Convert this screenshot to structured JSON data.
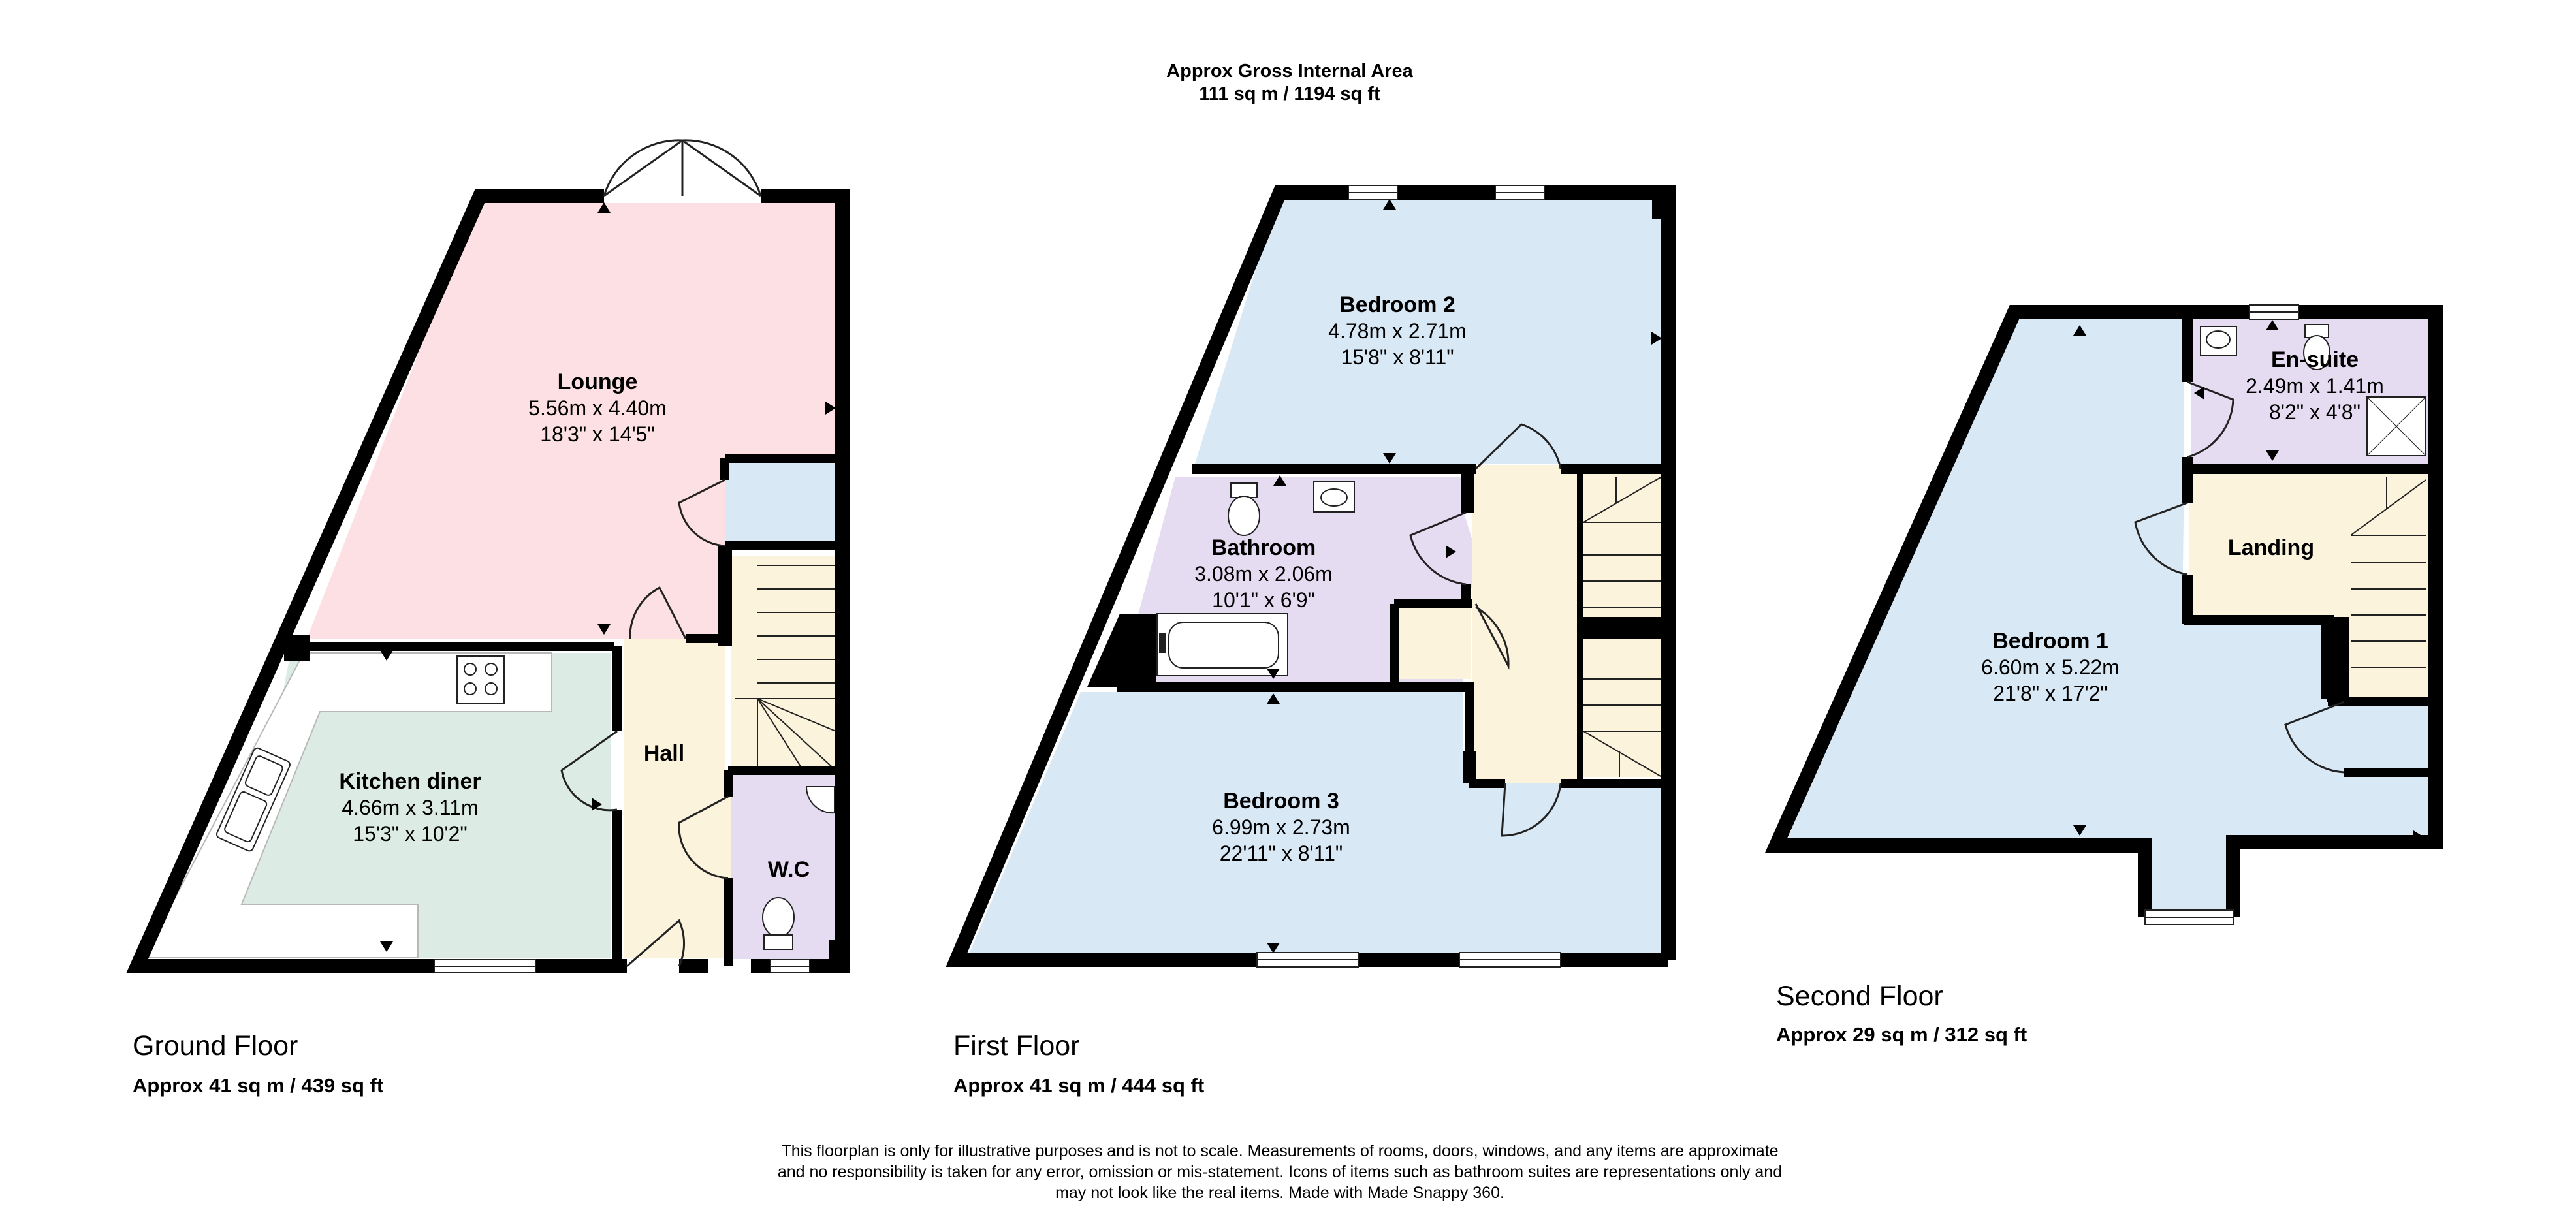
{
  "header": {
    "line1": "Approx Gross Internal Area",
    "line2": "111 sq m / 1194 sq ft"
  },
  "floors": {
    "ground": {
      "title": "Ground Floor",
      "area": "Approx 41 sq m / 439 sq ft",
      "rooms": {
        "lounge": {
          "name": "Lounge",
          "metric": "5.56m x 4.40m",
          "imperial": "18'3\" x 14'5\""
        },
        "kitchen": {
          "name": "Kitchen diner",
          "metric": "4.66m x 3.11m",
          "imperial": "15'3\" x 10'2\""
        },
        "hall": {
          "name": "Hall"
        },
        "wc": {
          "name": "W.C"
        }
      }
    },
    "first": {
      "title": "First Floor",
      "area": "Approx 41 sq m / 444 sq ft",
      "rooms": {
        "bedroom2": {
          "name": "Bedroom 2",
          "metric": "4.78m x 2.71m",
          "imperial": "15'8\" x 8'11\""
        },
        "bathroom": {
          "name": "Bathroom",
          "metric": "3.08m x 2.06m",
          "imperial": "10'1\" x 6'9\""
        },
        "bedroom3": {
          "name": "Bedroom 3",
          "metric": "6.99m x 2.73m",
          "imperial": "22'11\" x 8'11\""
        }
      }
    },
    "second": {
      "title": "Second Floor",
      "area": "Approx 29 sq m / 312 sq ft",
      "rooms": {
        "ensuite": {
          "name": "En-suite",
          "metric": "2.49m x 1.41m",
          "imperial": "8'2\" x 4'8\""
        },
        "landing": {
          "name": "Landing"
        },
        "bedroom1": {
          "name": "Bedroom 1",
          "metric": "6.60m x 5.22m",
          "imperial": "21'8\" x 17'2\""
        }
      }
    }
  },
  "disclaimer": {
    "line1": "This floorplan is only for illustrative purposes and is not to scale. Measurements of rooms, doors, windows, and any items are approximate",
    "line2": "and no responsibility is taken for any error, omission or mis-statement. Icons of items such as bathroom suites are representations only and",
    "line3": "may not look like the real items. Made with Made Snappy 360."
  },
  "colors": {
    "wall": "#000000",
    "lounge": "#fde0e4",
    "kitchen": "#dcebe4",
    "hall": "#fcf3dc",
    "bedroom": "#d9e8f5",
    "bathroom": "#e6dcf2",
    "counter": "#ffffff"
  }
}
